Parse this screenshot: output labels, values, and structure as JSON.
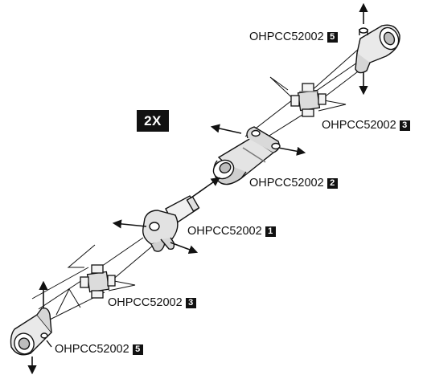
{
  "quantity_badge": "2X",
  "callouts": [
    {
      "part": "OHPCC52002",
      "num": "5"
    },
    {
      "part": "OHPCC52002",
      "num": "3"
    },
    {
      "part": "OHPCC52002",
      "num": "2"
    },
    {
      "part": "OHPCC52002",
      "num": "1"
    },
    {
      "part": "OHPCC52002",
      "num": "3"
    },
    {
      "part": "OHPCC52002",
      "num": "5"
    }
  ],
  "colors": {
    "ink": "#111111",
    "paper": "#ffffff",
    "part_fill": "#e9e9e9",
    "part_shade": "#bdbdbd"
  }
}
